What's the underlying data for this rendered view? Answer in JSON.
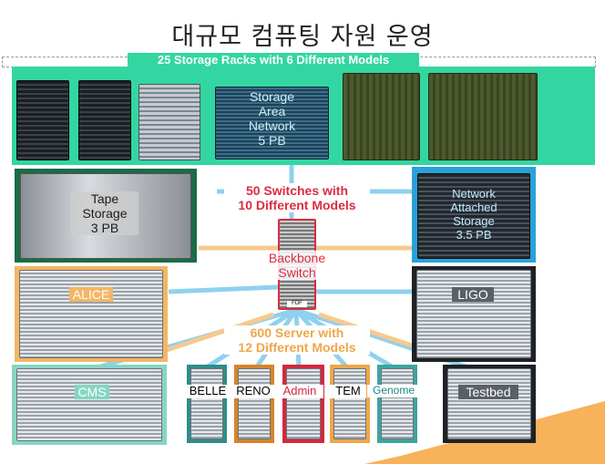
{
  "title": "대규모 컴퓨팅 자원 운영",
  "storage_banner": "25 Storage Racks with 6 Different Models",
  "switch_banner_line1": "50 Switches with",
  "switch_banner_line2": "10 Different Models",
  "server_banner_line1": "600 Server with",
  "server_banner_line2": "12 Different Models",
  "nodes": {
    "san": {
      "line1": "Storage",
      "line2": "Area",
      "line3": "Network",
      "line4": "5 PB"
    },
    "tape": {
      "line1": "Tape",
      "line2": "Storage",
      "line3": "3 PB"
    },
    "nas": {
      "line1": "Network",
      "line2": "Attached",
      "line3": "Storage",
      "line4": "3.5 PB"
    },
    "backbone": {
      "line1": "Backbone",
      "line2": "Switch",
      "brand": "FDF"
    },
    "alice": "ALICE",
    "ligo": "LIGO",
    "cms": "CMS",
    "belle": "BELLE",
    "reno": "RENO",
    "admin": "Admin",
    "tem": "TEM",
    "genome": "Genome",
    "testbed": "Testbed"
  },
  "colors": {
    "storage_green": "#33d6a1",
    "tape_green": "#1b6b46",
    "nas_blue": "#2aa1d8",
    "server_orange": "#f6b25b",
    "alice_orange": "#f3b664",
    "ligo_gray": "#1e2126",
    "cms_teal": "#86d6c2",
    "belle_teal": "#2f8c8a",
    "reno_orange": "#d8832a",
    "admin_red": "#d4283e",
    "tem_orange": "#f0a64a",
    "genome_teal": "#3aa6a2",
    "switch_red": "#dc2c40",
    "line_blue": "#8fd1ef",
    "line_orange": "#f7c98f"
  }
}
